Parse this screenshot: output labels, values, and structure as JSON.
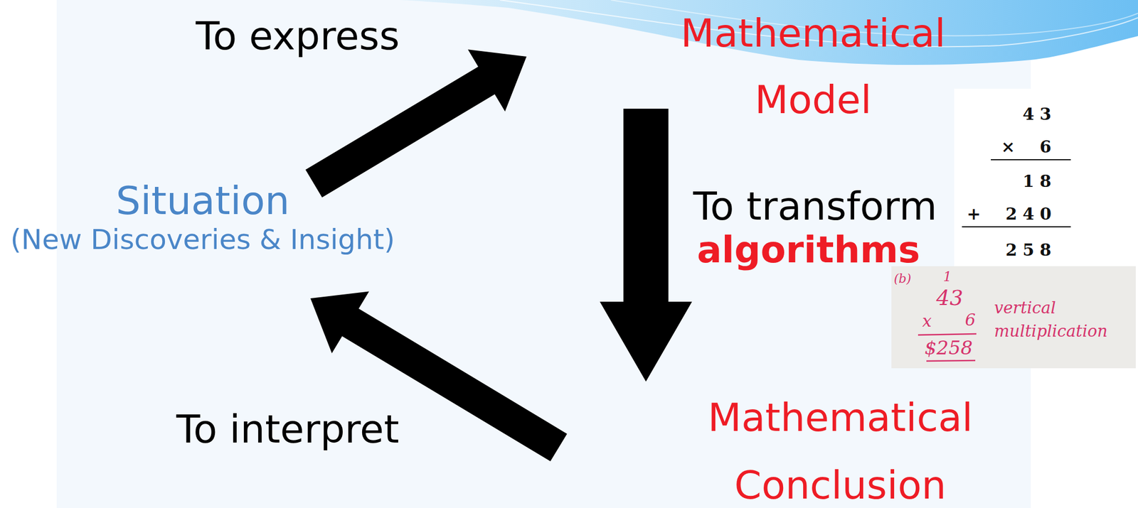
{
  "diagram": {
    "nodes": [
      {
        "text": [
          "Situation",
          "(New Discoveries & Insight)"
        ]
      },
      {
        "text": [
          "Mathematical Model"
        ]
      },
      {
        "text": [
          "Mathematical Conclusion"
        ]
      }
    ],
    "edges": [
      {
        "from": 0,
        "to": 1,
        "arrow": "to",
        "label": "To express"
      },
      {
        "from": 1,
        "to": 2,
        "arrow": "to",
        "label": "To transform"
      },
      {
        "from": 2,
        "to": 0,
        "arrow": "to",
        "label": "To interpret"
      }
    ],
    "labels": [
      "algorithms",
      "43",
      "× 6",
      "18",
      "+ 240",
      "258",
      "(b)",
      "1",
      "43",
      "x",
      "6",
      "$258",
      "vertical multiplication"
    ]
  }
}
